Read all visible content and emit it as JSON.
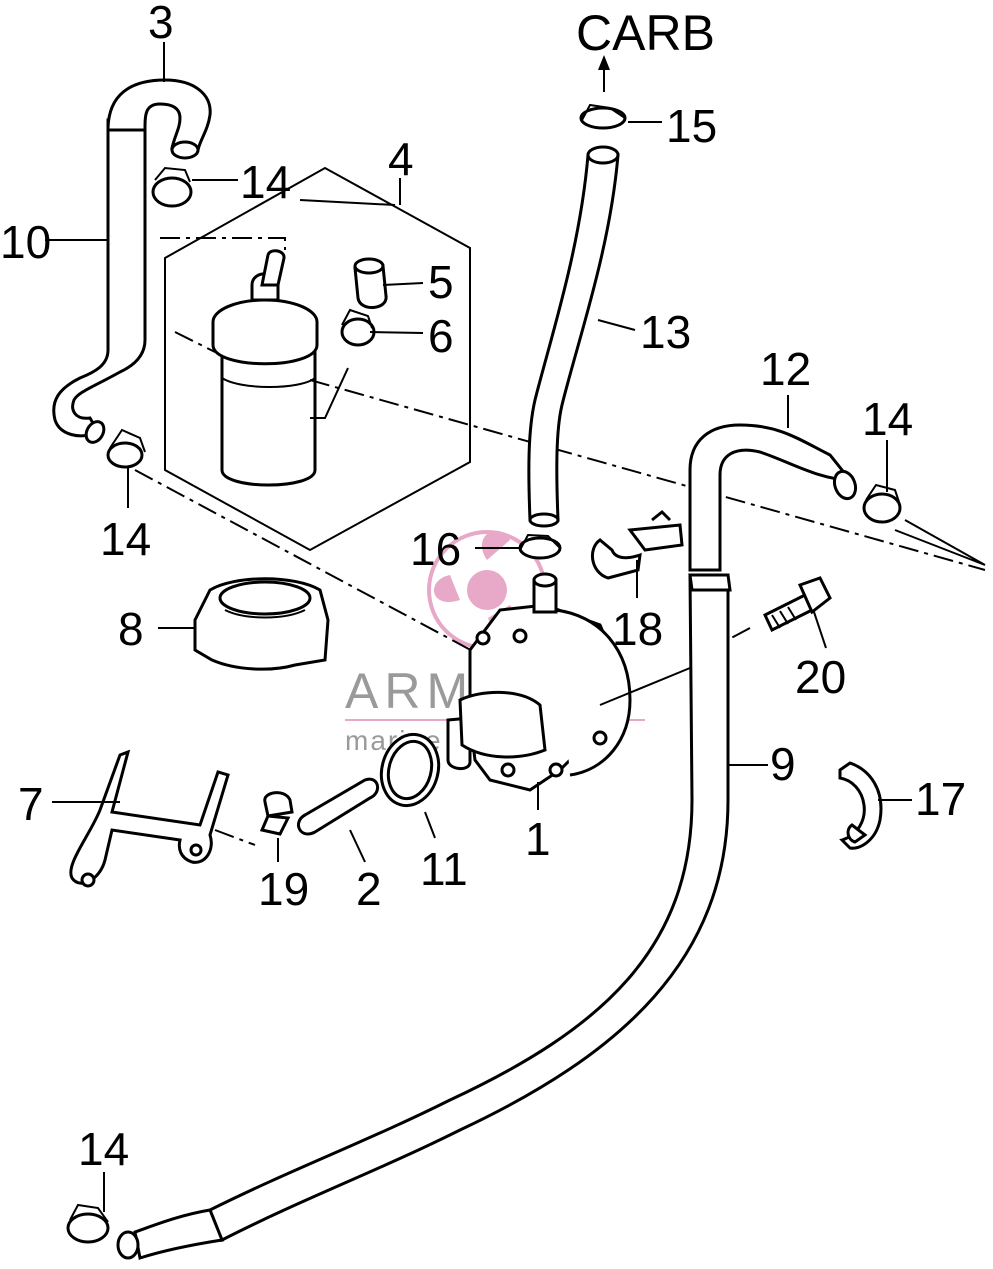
{
  "diagram": {
    "destination_label": "CARB",
    "callouts": {
      "c1": "1",
      "c2": "2",
      "c3": "3",
      "c4": "4",
      "c5": "5",
      "c6": "6",
      "c7": "7",
      "c8": "8",
      "c9": "9",
      "c10": "10",
      "c11": "11",
      "c12": "12",
      "c13": "13",
      "c14a": "14",
      "c14b": "14",
      "c14c": "14",
      "c14d": "14",
      "c15": "15",
      "c16": "16",
      "c17": "17",
      "c18": "18",
      "c19": "19",
      "c20": "20"
    },
    "watermark": {
      "brand": "ARMADA",
      "tagline": "marine outboards",
      "logo_color": "#e8a8c8",
      "text_color": "#9a9a9a"
    }
  }
}
